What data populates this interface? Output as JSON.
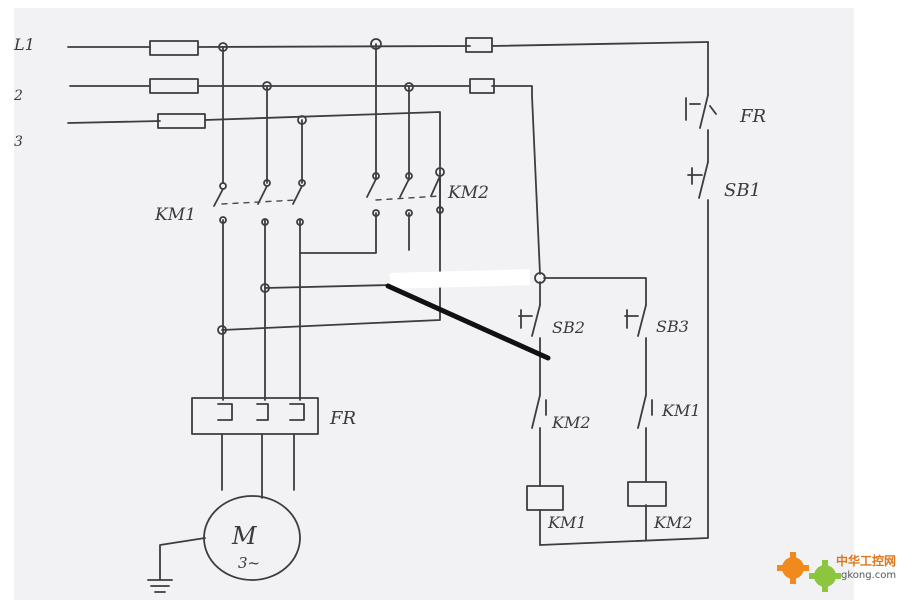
{
  "diagram": {
    "phase_labels": [
      "L1",
      "2",
      "3"
    ],
    "component_labels": {
      "km1_main": "KM1",
      "km2_main": "KM2",
      "fr_main": "FR",
      "fr_ctrl": "FR",
      "sb1": "SB1",
      "sb2": "SB2",
      "sb3": "SB3",
      "km2_interlock": "KM2",
      "km1_interlock": "KM1",
      "km1_coil": "KM1",
      "km2_coil": "KM2"
    },
    "motor": {
      "symbol": "M",
      "sub": "3~"
    }
  },
  "watermark": {
    "cn": "中华工控网",
    "url": "gkong.com"
  },
  "colors": {
    "paper": "#f2f2f4",
    "ink": "#3d3d40",
    "overlay_white": "#ffffff",
    "overlay_black": "#111111",
    "gear_orange": "#f08a1c",
    "gear_green": "#8cc63e"
  }
}
